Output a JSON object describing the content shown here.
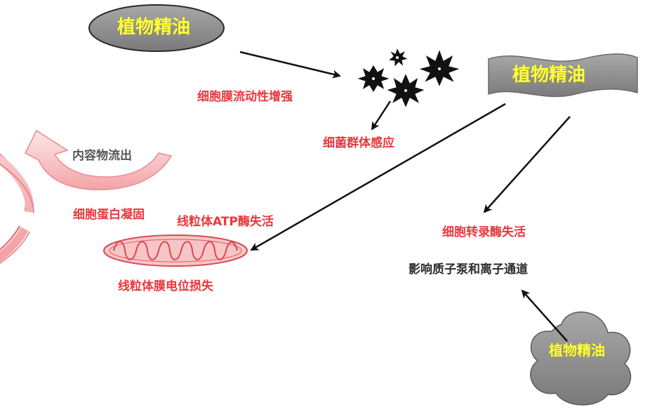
{
  "oil_labels": {
    "top_left": "植物精油",
    "top_right": "植物精油",
    "bottom_right": "植物精油"
  },
  "labels": {
    "membrane_fluidity": "细胞膜流动性增强",
    "quorum_sensing": "细菌群体感应",
    "content_outflow": "内容物流出",
    "protein_coagulation": "细胞蛋白凝固",
    "mito_atp_inactivation": "线粒体ATP酶失活",
    "mito_membrane_potential": "线粒体膜电位损失",
    "transcriptase_inactivation": "细胞转录酶失活",
    "pumps_channels": "影响质子泵和离子通道"
  },
  "colors": {
    "red_text": "#e8383d",
    "dark_text": "#2b2b2b",
    "grey_text": "#555555",
    "oil_text": "#ffff3c",
    "oil_shape": "#8c8c8c",
    "membrane_fill": "#f6b6b8",
    "membrane_edge": "#d9575c",
    "arrow": "#111111"
  }
}
